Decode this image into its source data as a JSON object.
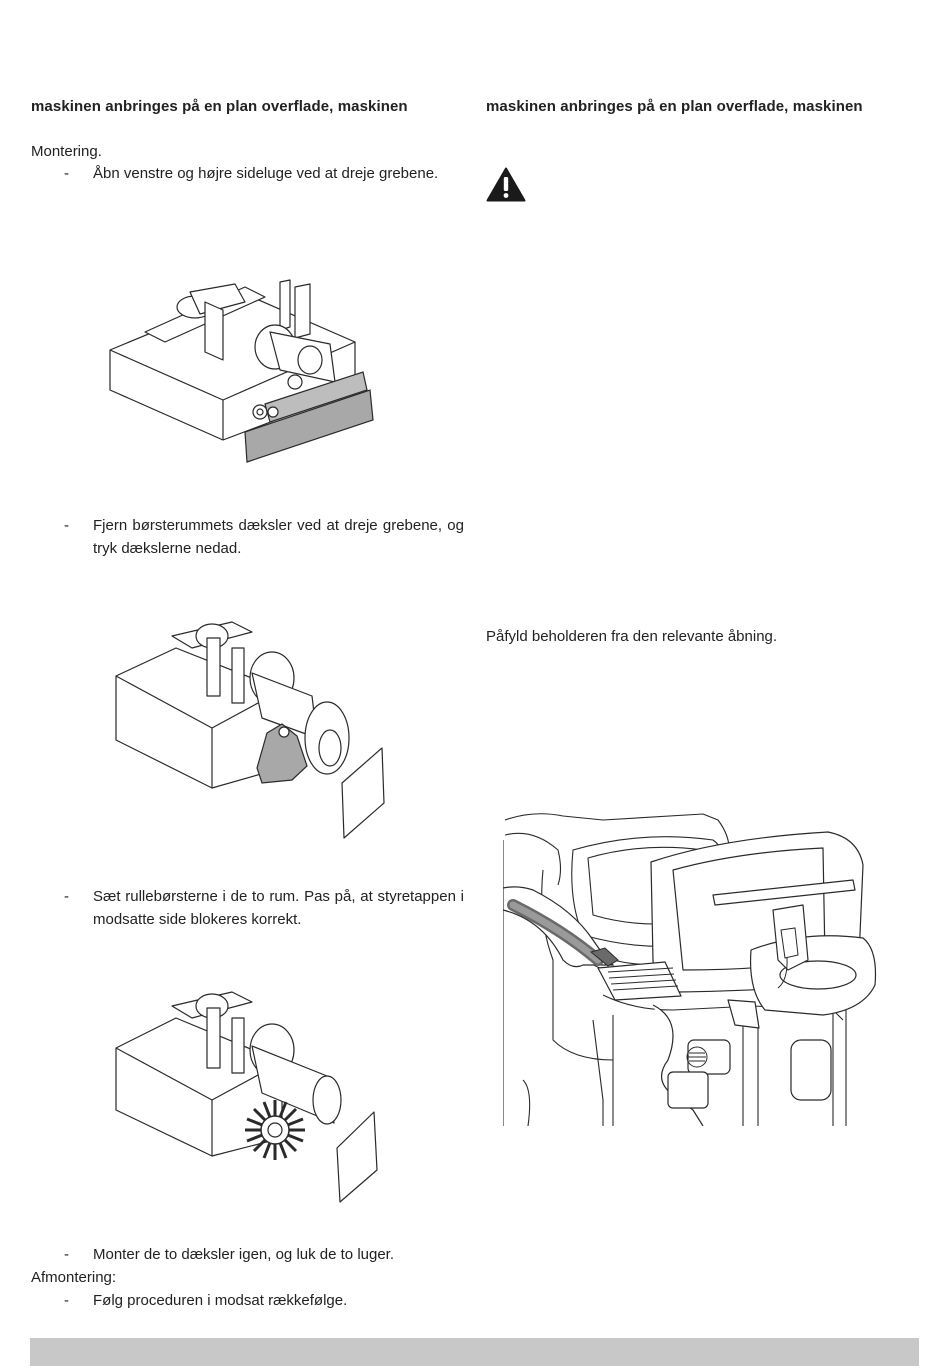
{
  "left_column": {
    "heading": "maskinen anbringes på en plan overflade, maskinen",
    "montering_label": "Montering.",
    "step1": "Åbn venstre og højre sideluge ved at dreje grebene.",
    "step2": "Fjern børsterummets dæksler ved at dreje grebene, og tryk dækslerne nedad.",
    "step3": "Sæt rullebørsterne i de to rum. Pas på, at styretappen i modsatte side blokeres korrekt.",
    "step4": "Monter de to dæksler igen, og luk de to luger.",
    "afmontering_label": "Afmontering:",
    "step5": "Følg proceduren i modsat rækkefølge.",
    "dash": "-"
  },
  "right_column": {
    "heading": "maskinen anbringes på en plan overflade, maskinen",
    "warning_icon": "warning-triangle-icon",
    "fill_text": "Påfyld beholderen fra den relevante åbning."
  },
  "colors": {
    "text": "#222222",
    "footer_bar": "#c8c8c8",
    "highlight_part": "#a8a8a8"
  }
}
